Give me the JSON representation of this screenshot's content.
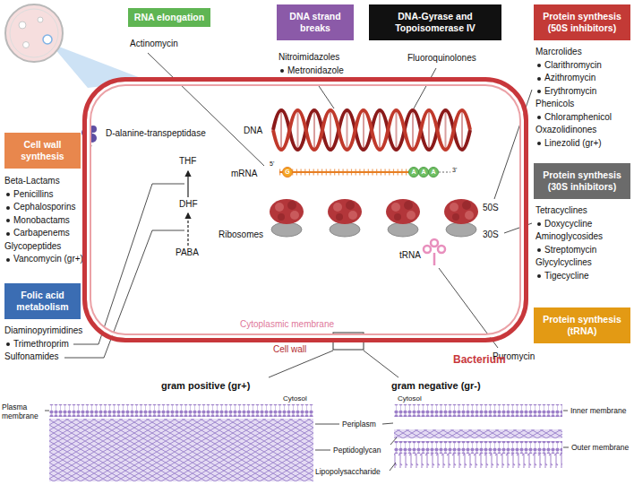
{
  "diagram": {
    "nodes": [
      {
        "text": [
          "RNA elongation",
          "Actinomycin"
        ]
      },
      {
        "text": [
          "DNA strand breaks",
          "Nitroimidazoles",
          "Metronidazole"
        ]
      },
      {
        "text": [
          "DNA-Gyrase and Topoisomerase IV",
          "Fluoroquinolones"
        ]
      },
      {
        "text": [
          "Protein synthesis (50S inhibitors)",
          "Marcrolides",
          "Clarithromycin",
          "Azithromycin",
          "Erythromycin",
          "Phenicols",
          "Chloramphenicol",
          "Oxazolidinones",
          "Linezolid (gr+)"
        ]
      },
      {
        "text": [
          "Cell wall synthesis",
          "Beta-Lactams",
          "Penicillins",
          "Cephalosporins",
          "Monobactams",
          "Carbapenems",
          "Glycopeptides",
          "Vancomycin (gr+)"
        ]
      },
      {
        "text": [
          "Protein synthesis (30S inhibitors)",
          "Tetracyclines",
          "Doxycycline",
          "Aminoglycosides",
          "Streptomycin",
          "Glycylcyclines",
          "Tigecycline"
        ]
      },
      {
        "text": [
          "Folic acid metabolism",
          "Diaminopyrimidines",
          "Trimethroprim",
          "Sulfonamides"
        ]
      },
      {
        "text": [
          "Protein synthesis (tRNA)",
          "Puromycin"
        ]
      },
      {
        "text": [
          "Bacterium"
        ]
      }
    ],
    "labels": [
      "DNA",
      "D-alanine-transpeptidase",
      "THF",
      "mRNA",
      "5'",
      "G",
      "A",
      "A",
      "A",
      "3'",
      "DHF",
      "Ribosomes",
      "50S",
      "30S",
      "tRNA",
      "PABA",
      "Cytoplasmic membrane",
      "Cell wall",
      "gram positive (gr+)",
      "gram negative (gr-)",
      "Cytosol",
      "Cytosol",
      "Plasma membrane",
      "Inner membrane",
      "Periplasm",
      "Peptidoglycan",
      "Outer membrane",
      "Lipopolysaccharide"
    ]
  }
}
